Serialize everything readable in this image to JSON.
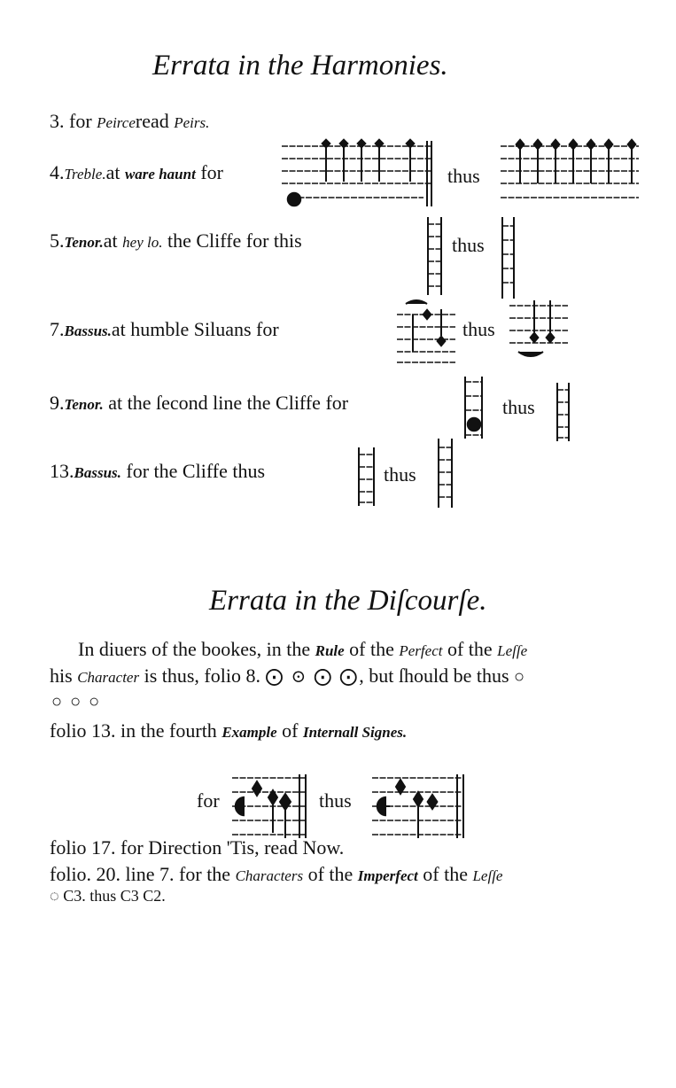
{
  "harmonies": {
    "title": "Errata in the Harmonies.",
    "entries": [
      {
        "num": "3.",
        "a": "for ",
        "b": "Peirce",
        "c": "read ",
        "d": "Peirs."
      },
      {
        "num": "4.",
        "a": "Treble.",
        "b": "at ",
        "c": "ware haunt",
        "d": " for",
        "thus": "thus"
      },
      {
        "num": "5.",
        "a": "Tenor.",
        "b": "at ",
        "c": "hey lo.",
        "d": " the Cliffe for this",
        "thus": "thus"
      },
      {
        "num": "7.",
        "a": "Bassus.",
        "b": "at humble Siluans for",
        "thus": "thus"
      },
      {
        "num": "9.",
        "a": "Tenor.",
        "b": " at the ſecond line the Cliffe for",
        "thus": "thus"
      },
      {
        "num": "13.",
        "a": "Bassus.",
        "b": " for the Cliffe thus",
        "thus": "thus"
      }
    ]
  },
  "discourse": {
    "title": "Errata in the Diſcourſe.",
    "p1": {
      "a": "In diuers of the bookes, in the ",
      "b": "Rule",
      "c": " of the ",
      "d": "Perfect",
      "e": " of the ",
      "f": "Leſſe"
    },
    "p2": {
      "a": "his ",
      "b": "Character",
      "c": " is thus, folio 8. ",
      "sym1": "⨀ ⊙ ⨀ ⨀",
      "d": ", but ſhould be thus ",
      "sym2": "○"
    },
    "p3": {
      "sym": "○ ○ ○"
    },
    "p4": {
      "a": "folio 13. in the fourth ",
      "b": "Example",
      "c": " of ",
      "d": "Internall Signes."
    },
    "ex": {
      "for": "for",
      "thus": "thus"
    },
    "p5": {
      "a": "folio 17. for Direction 'Tis, read Now."
    },
    "p6": {
      "a": "folio. 20. line 7. for the ",
      "b": "Characters",
      "c": " of the ",
      "d": "Imperfect",
      "e": " of the ",
      "f": "Leſſe"
    },
    "p7": {
      "sym1": "◌ C3.",
      "a": " thus ",
      "sym2": "C3 C2."
    }
  }
}
